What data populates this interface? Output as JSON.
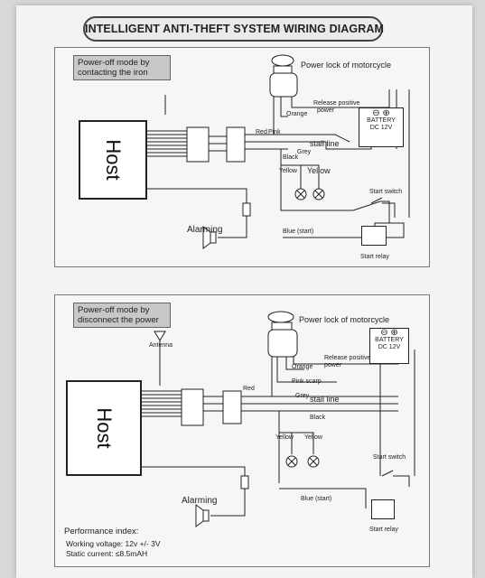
{
  "title": "INTELLIGENT ANTI-THEFT SYSTEM WIRING DIAGRAM",
  "diagram1": {
    "mode_line1": "Power-off mode by",
    "mode_line2": "contacting the iron",
    "host": "Host",
    "lock": "Power lock of motorcycle",
    "orange": "Orange",
    "release_line1": "Release positive",
    "release_line2": "power",
    "battery_line1": "BATTERY",
    "battery_line2": "DC 12V",
    "red": "Red",
    "pink": "Pink",
    "stall": "stall line",
    "grey": "Grey",
    "black": "Black",
    "yellow1": "Yellow",
    "yellow2": "Yellow",
    "start_switch": "Start switch",
    "alarming": "Alarming",
    "blue": "Blue (start)",
    "start_relay": "Start relay"
  },
  "diagram2": {
    "mode_line1": "Power-off mode by",
    "mode_line2": "disconnect the power",
    "antenna": "Antenna",
    "host": "Host",
    "lock": "Power lock of motorcycle",
    "orange": "Orange",
    "release_line1": "Release positive",
    "release_line2": "power",
    "battery_line1": "BATTERY",
    "battery_line2": "DC 12V",
    "red": "Red",
    "pink": "Pink scarp",
    "grey": "Grey",
    "stall": "stall line",
    "black": "Black",
    "yellow1": "Yellow",
    "yellow2": "Yellow",
    "start_switch": "Start switch",
    "alarming": "Alarming",
    "blue": "Blue (start)",
    "start_relay": "Start relay"
  },
  "performance": {
    "heading": "Performance index:",
    "voltage": "Working voltage: 12v +/- 3V",
    "current": "Static current: ≤8.5mAH"
  }
}
